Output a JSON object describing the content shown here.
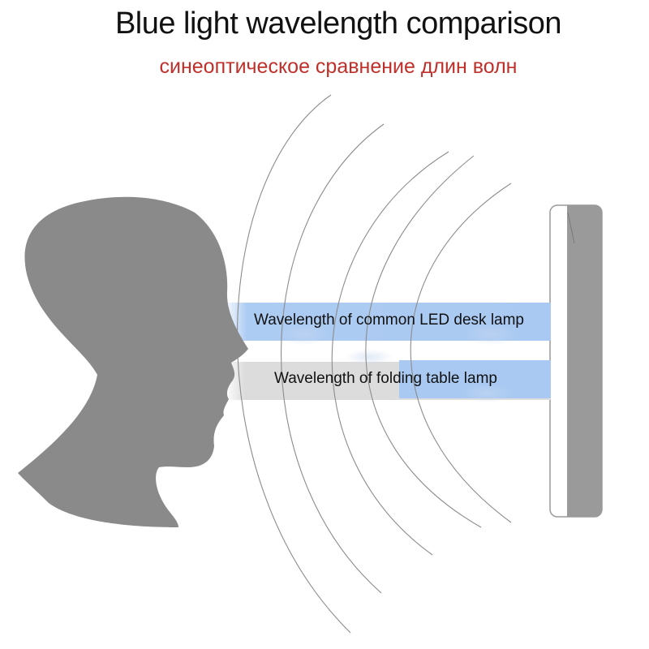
{
  "title": "Blue light wavelength comparison",
  "subtitle": "синеоптическое сравнение длин волн",
  "bands": [
    {
      "label": "Wavelength of common LED desk lamp"
    },
    {
      "label": "Wavelength of folding table lamp"
    }
  ],
  "colors": {
    "title": "#111111",
    "subtitle": "#c0302a",
    "head": "#8a8a8a",
    "wave_lines": "#8c8c8c",
    "blue_band": "#a9c9f2",
    "gray_band": "#dcdcdc",
    "lamp_panel": "#9a9a9a"
  },
  "icons": [
    "head-silhouette-icon",
    "lamp-panel-icon"
  ]
}
